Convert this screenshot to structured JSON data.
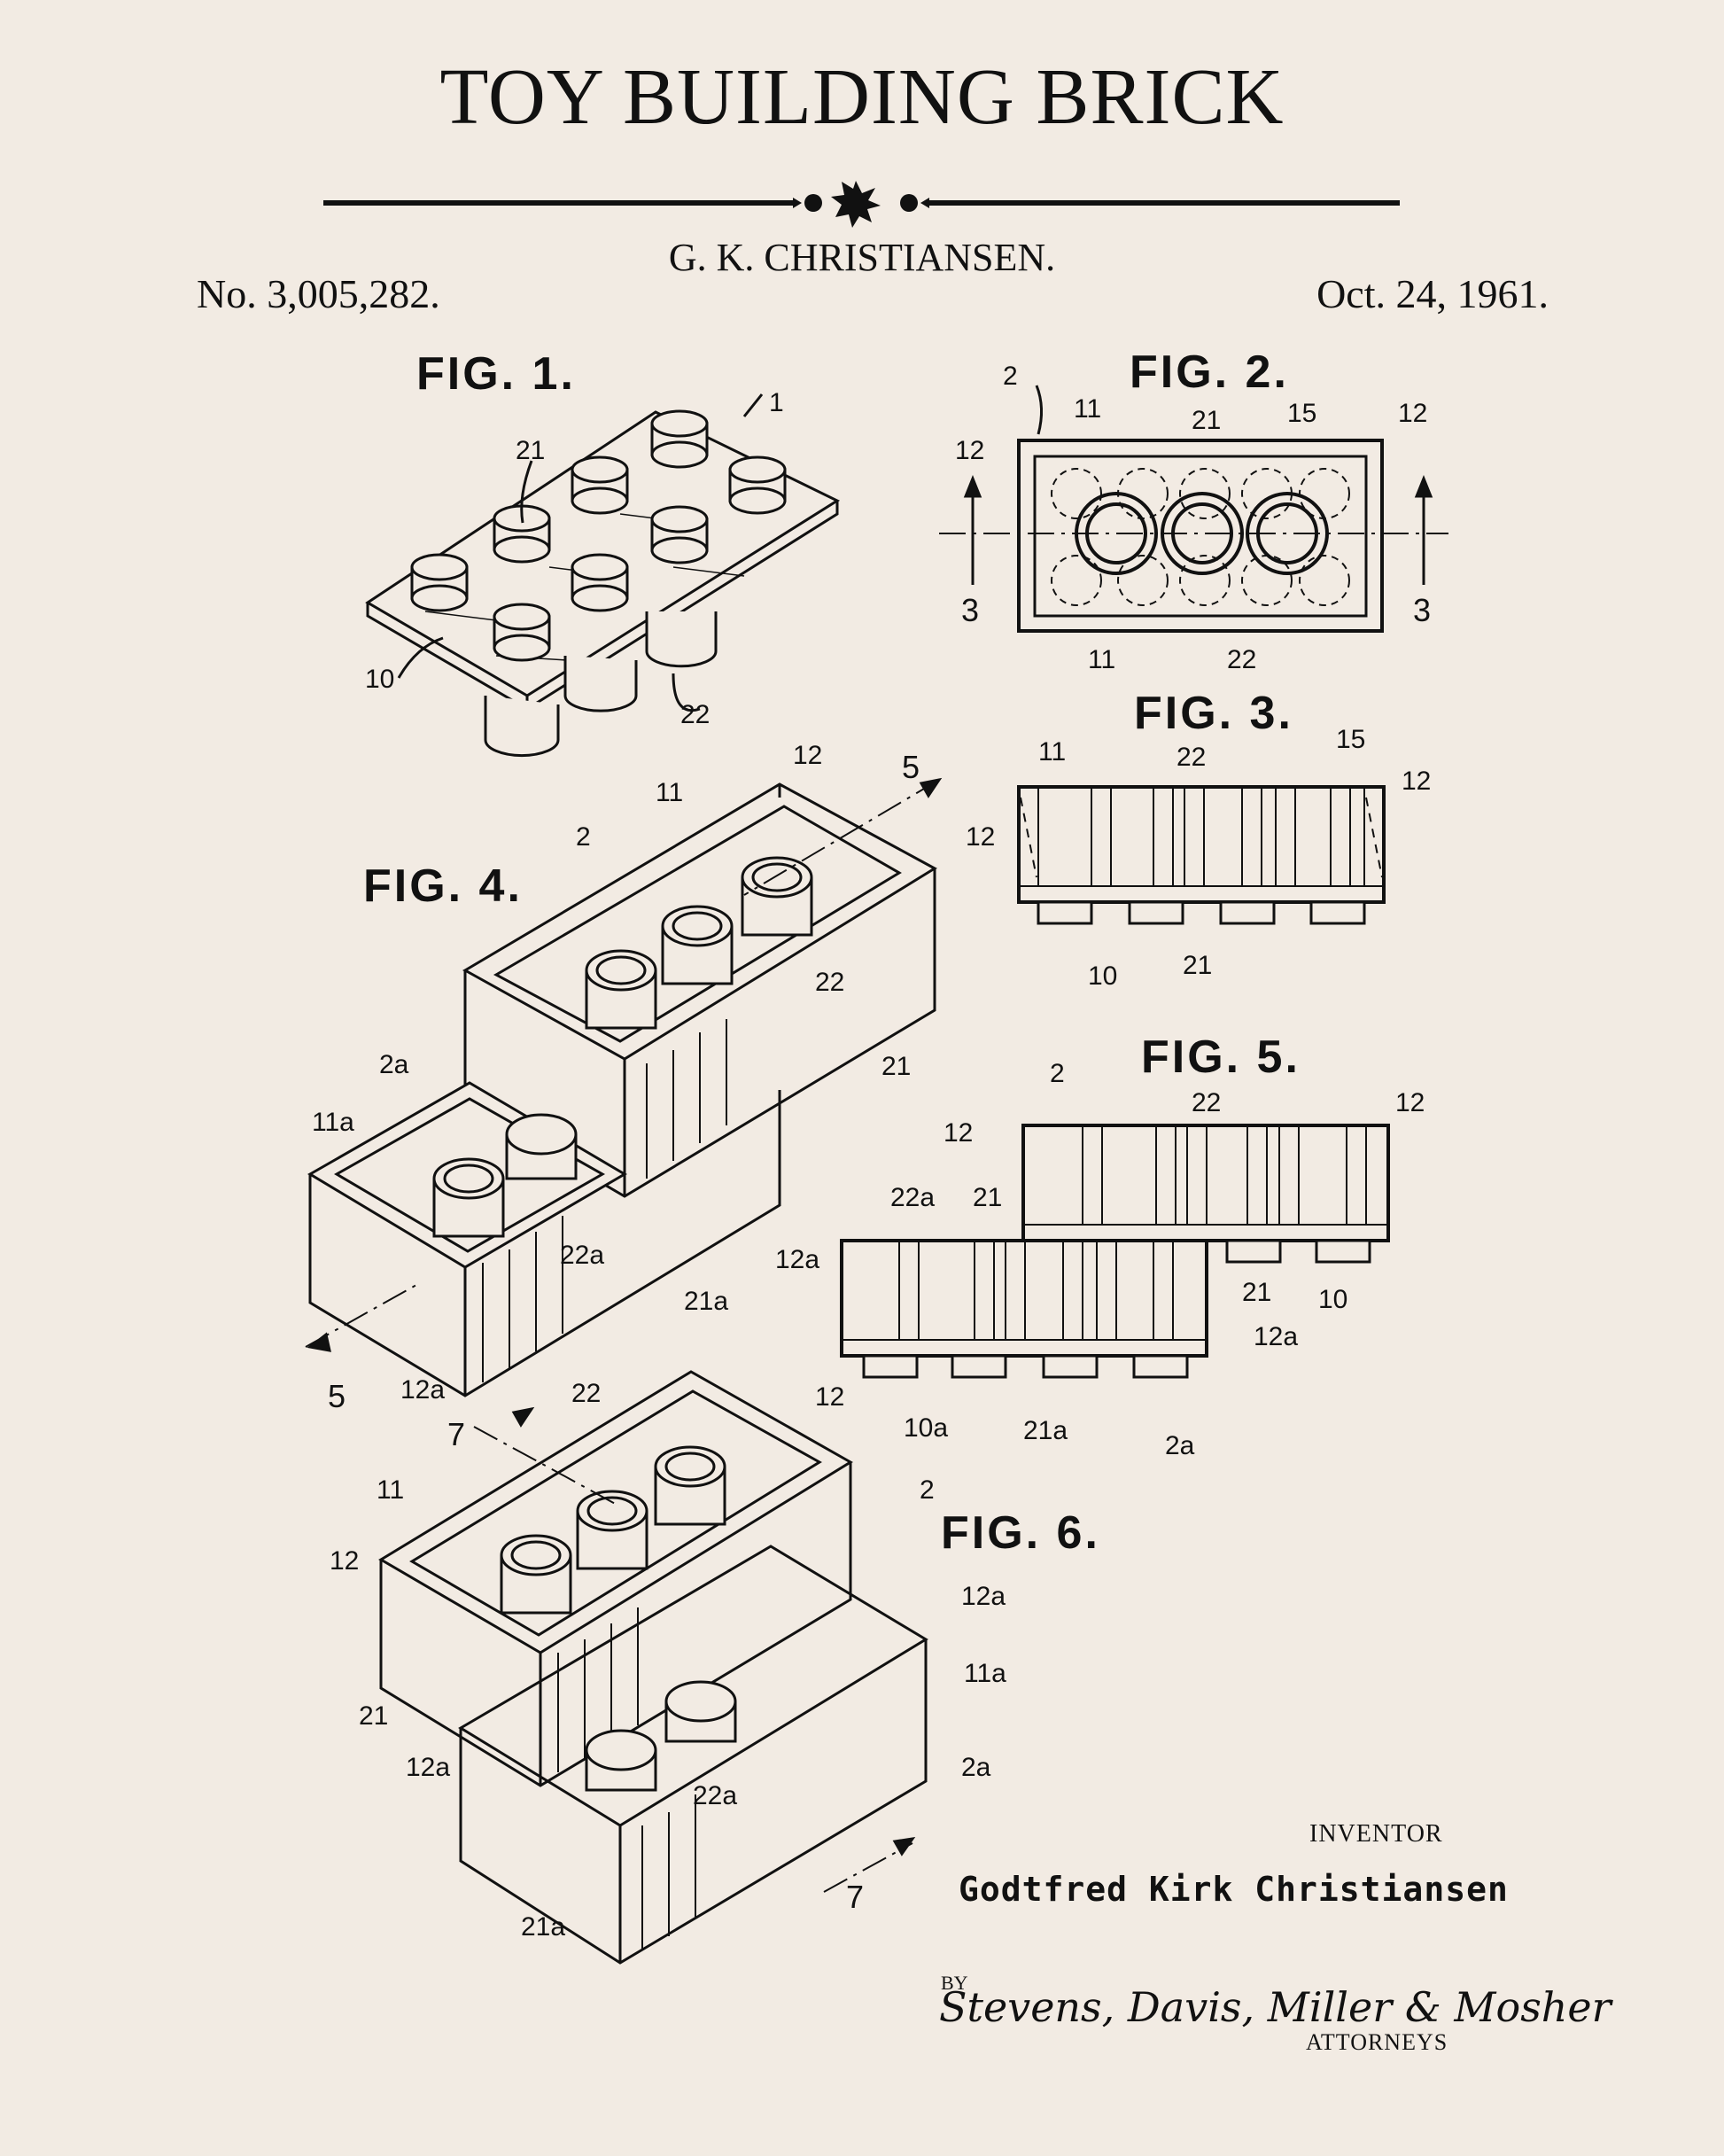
{
  "header": {
    "title": "TOY BUILDING BRICK",
    "inventor_head": "G. K. CHRISTIANSEN.",
    "patent_number": "No. 3,005,282.",
    "patent_date": "Oct. 24, 1961."
  },
  "figures": {
    "fig1": "FIG. 1.",
    "fig2": "FIG. 2.",
    "fig3": "FIG. 3.",
    "fig4": "FIG. 4.",
    "fig5": "FIG. 5.",
    "fig6": "FIG. 6."
  },
  "labels": {
    "l1": "1",
    "l21": "21",
    "l10": "10",
    "l22": "22",
    "l2": "2",
    "l11": "11",
    "l12": "12",
    "l15": "15",
    "l3": "3",
    "l2a": "2a",
    "l11a": "11a",
    "l22a": "22a",
    "l21a": "21a",
    "l12a": "12a",
    "l5": "5",
    "l10a": "10a",
    "l7": "7"
  },
  "footer": {
    "inventor_label": "INVENTOR",
    "inventor_name": "Godtfred Kirk Christiansen",
    "by_label": "BY",
    "signature": "Stevens, Davis, Miller & Mosher",
    "attorneys_label": "ATTORNEYS"
  },
  "colors": {
    "background": "#f2ebe3",
    "ink": "#111111"
  }
}
